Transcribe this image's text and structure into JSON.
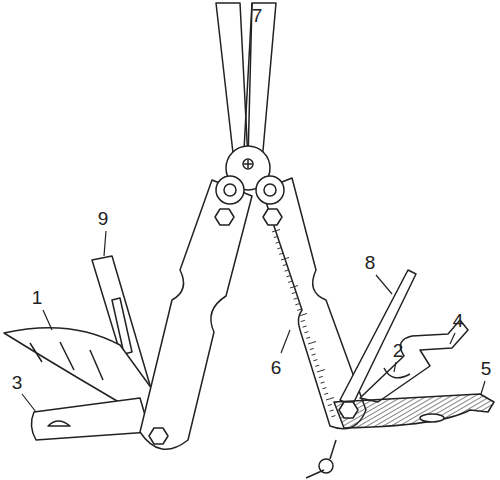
{
  "diagram": {
    "labels": [
      "7",
      "9",
      "8",
      "4",
      "1",
      "2",
      "6",
      "5",
      "3"
    ]
  }
}
